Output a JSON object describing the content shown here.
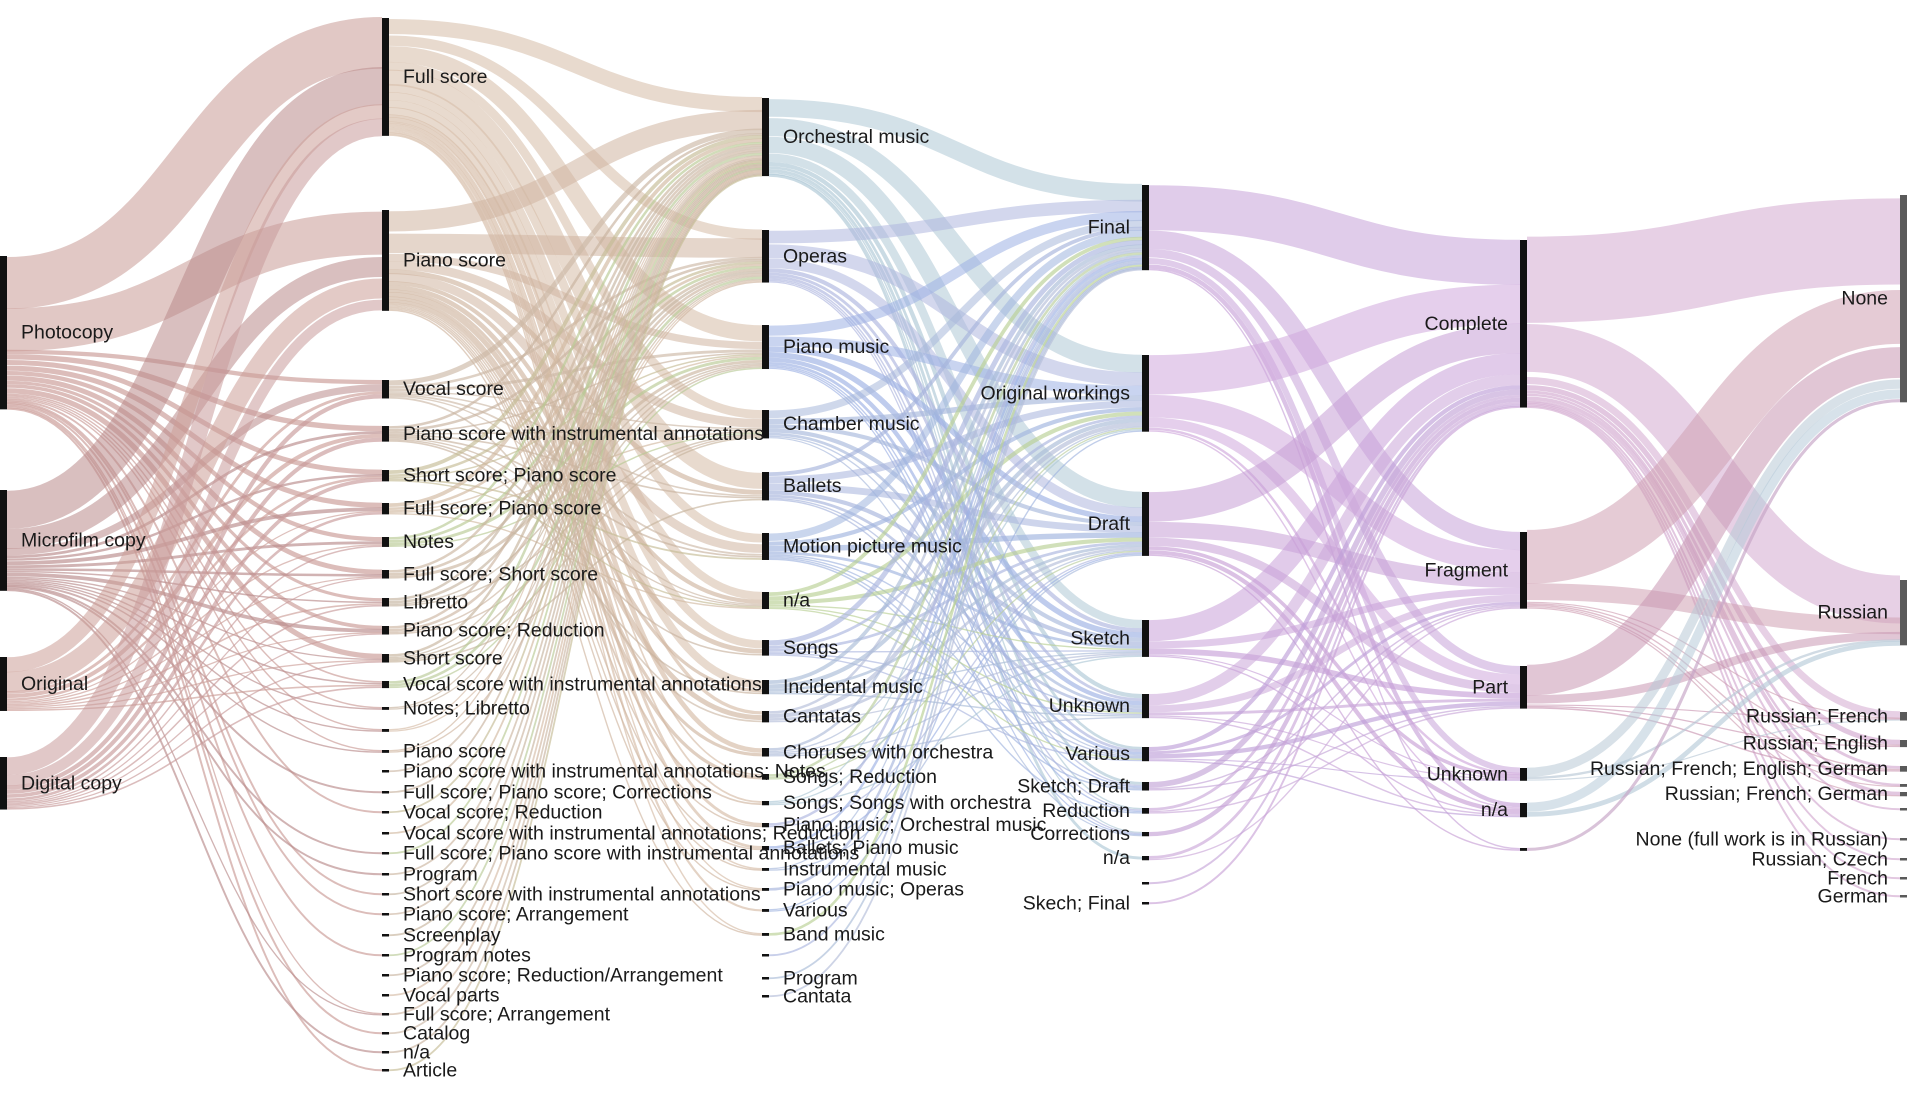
{
  "chart_data": {
    "type": "sankey",
    "title": "",
    "columns": [
      {
        "id": "format",
        "nodes": [
          {
            "label": "Photocopy",
            "value": 108
          },
          {
            "label": "Microfilm copy",
            "value": 71
          },
          {
            "label": "Original",
            "value": 38
          },
          {
            "label": "Digital copy",
            "value": 37
          }
        ]
      },
      {
        "id": "document_type",
        "nodes": [
          {
            "label": "Full score",
            "value": 83
          },
          {
            "label": "Piano score",
            "value": 71
          },
          {
            "label": "Vocal score",
            "value": 13
          },
          {
            "label": "Piano score with instrumental annotations",
            "value": 11
          },
          {
            "label": "Short score; Piano score",
            "value": 8
          },
          {
            "label": "Full score; Piano score",
            "value": 8
          },
          {
            "label": "Notes",
            "value": 7
          },
          {
            "label": "Full score; Short score",
            "value": 6
          },
          {
            "label": "Libretto",
            "value": 6
          },
          {
            "label": "Piano score; Reduction",
            "value": 6
          },
          {
            "label": "Short score",
            "value": 6
          },
          {
            "label": "Vocal score with instrumental annotations",
            "value": 5
          },
          {
            "label": "Notes; Libretto",
            "value": 2
          },
          {
            "label": "",
            "value": 2
          },
          {
            "label": "Piano score",
            "value": 2
          },
          {
            "label": "Piano score with instrumental annotations; Notes",
            "value": 1
          },
          {
            "label": "Full score; Piano score; Corrections",
            "value": 1
          },
          {
            "label": "Vocal score; Reduction",
            "value": 1
          },
          {
            "label": "Vocal score with instrumental annotations; Reduction",
            "value": 1
          },
          {
            "label": "Full score; Piano score with instrumental annotations",
            "value": 1
          },
          {
            "label": "Program",
            "value": 1
          },
          {
            "label": "Short score with instrumental annotations",
            "value": 1
          },
          {
            "label": "Piano score; Arrangement",
            "value": 1
          },
          {
            "label": "Screenplay",
            "value": 1
          },
          {
            "label": "Program notes",
            "value": 1
          },
          {
            "label": "Piano score; Reduction/Arrangement",
            "value": 1
          },
          {
            "label": "Vocal parts",
            "value": 1
          },
          {
            "label": "Full score; Arrangement",
            "value": 1
          },
          {
            "label": "Catalog",
            "value": 1
          },
          {
            "label": "n/a",
            "value": 1
          },
          {
            "label": "Article",
            "value": 1
          }
        ]
      },
      {
        "id": "genre",
        "nodes": [
          {
            "label": "Orchestral music",
            "value": 55
          },
          {
            "label": "Operas",
            "value": 37
          },
          {
            "label": "Piano music",
            "value": 31
          },
          {
            "label": "Chamber music",
            "value": 20
          },
          {
            "label": "Ballets",
            "value": 20
          },
          {
            "label": "Motion picture music",
            "value": 19
          },
          {
            "label": "n/a",
            "value": 12
          },
          {
            "label": "Songs",
            "value": 11
          },
          {
            "label": "Incidental music",
            "value": 10
          },
          {
            "label": "Cantatas",
            "value": 8
          },
          {
            "label": "Choruses with orchestra",
            "value": 6
          },
          {
            "label": "Songs; Reduction",
            "value": 4
          },
          {
            "label": "Songs; Songs with orchestra",
            "value": 3
          },
          {
            "label": "Piano music; Orchestral music",
            "value": 3
          },
          {
            "label": "Ballets; Piano music",
            "value": 3
          },
          {
            "label": "Instrumental music",
            "value": 2
          },
          {
            "label": "Piano music; Operas",
            "value": 2
          },
          {
            "label": "Various",
            "value": 2
          },
          {
            "label": "Band music",
            "value": 2
          },
          {
            "label": "",
            "value": 1
          },
          {
            "label": "Program",
            "value": 1
          },
          {
            "label": "Cantata",
            "value": 1
          }
        ]
      },
      {
        "id": "stage",
        "nodes": [
          {
            "label": "Final",
            "value": 60
          },
          {
            "label": "Original workings",
            "value": 54
          },
          {
            "label": "Draft",
            "value": 45
          },
          {
            "label": "Sketch",
            "value": 26
          },
          {
            "label": "Unknown",
            "value": 17
          },
          {
            "label": "Various",
            "value": 10
          },
          {
            "label": "Sketch; Draft",
            "value": 6
          },
          {
            "label": "Reduction",
            "value": 4
          },
          {
            "label": "Corrections",
            "value": 3
          },
          {
            "label": "n/a",
            "value": 3
          },
          {
            "label": "",
            "value": 1
          },
          {
            "label": "Skech; Final",
            "value": 1
          }
        ]
      },
      {
        "id": "completeness",
        "nodes": [
          {
            "label": "Complete",
            "value": 118
          },
          {
            "label": "Fragment",
            "value": 54
          },
          {
            "label": "Part",
            "value": 30
          },
          {
            "label": "Unknown",
            "value": 9
          },
          {
            "label": "n/a",
            "value": 10
          },
          {
            "label": "",
            "value": 2
          }
        ]
      },
      {
        "id": "language",
        "nodes": [
          {
            "label": "None",
            "value": 146
          },
          {
            "label": "Russian",
            "value": 46
          },
          {
            "label": "Russian; French",
            "value": 6
          },
          {
            "label": "Russian; English",
            "value": 5
          },
          {
            "label": "Russian; French; English; German",
            "value": 4
          },
          {
            "label": "",
            "value": 2
          },
          {
            "label": "Russian; French; German",
            "value": 3
          },
          {
            "label": "",
            "value": 1
          },
          {
            "label": "None (full work is in Russian)",
            "value": 1
          },
          {
            "label": "Russian; Czech",
            "value": 1
          },
          {
            "label": "French",
            "value": 1
          },
          {
            "label": "German",
            "value": 1
          }
        ]
      }
    ],
    "colors": {
      "Photocopy": "#c99a95",
      "Microfilm copy": "#b98a8a",
      "Original": "#cc9e98",
      "Digital copy": "#c89a9a",
      "Full score": "#d6bba6",
      "Piano score": "#cfb5a0",
      "Orchestral music": "#aec8d6",
      "Operas": "#aeb6de",
      "Piano music": "#9db0e4",
      "Final": "#c7a3d8",
      "Original workings": "#cfa8dc",
      "Draft": "#c79fd6",
      "Complete": "#d3a9cf",
      "Fragment": "#cfa0b3",
      "Part": "#c997b2",
      "None": "#cba0aa",
      "Russian": "#b7cbd8",
      "green": "#b8cf94",
      "bar": "#111111"
    }
  }
}
